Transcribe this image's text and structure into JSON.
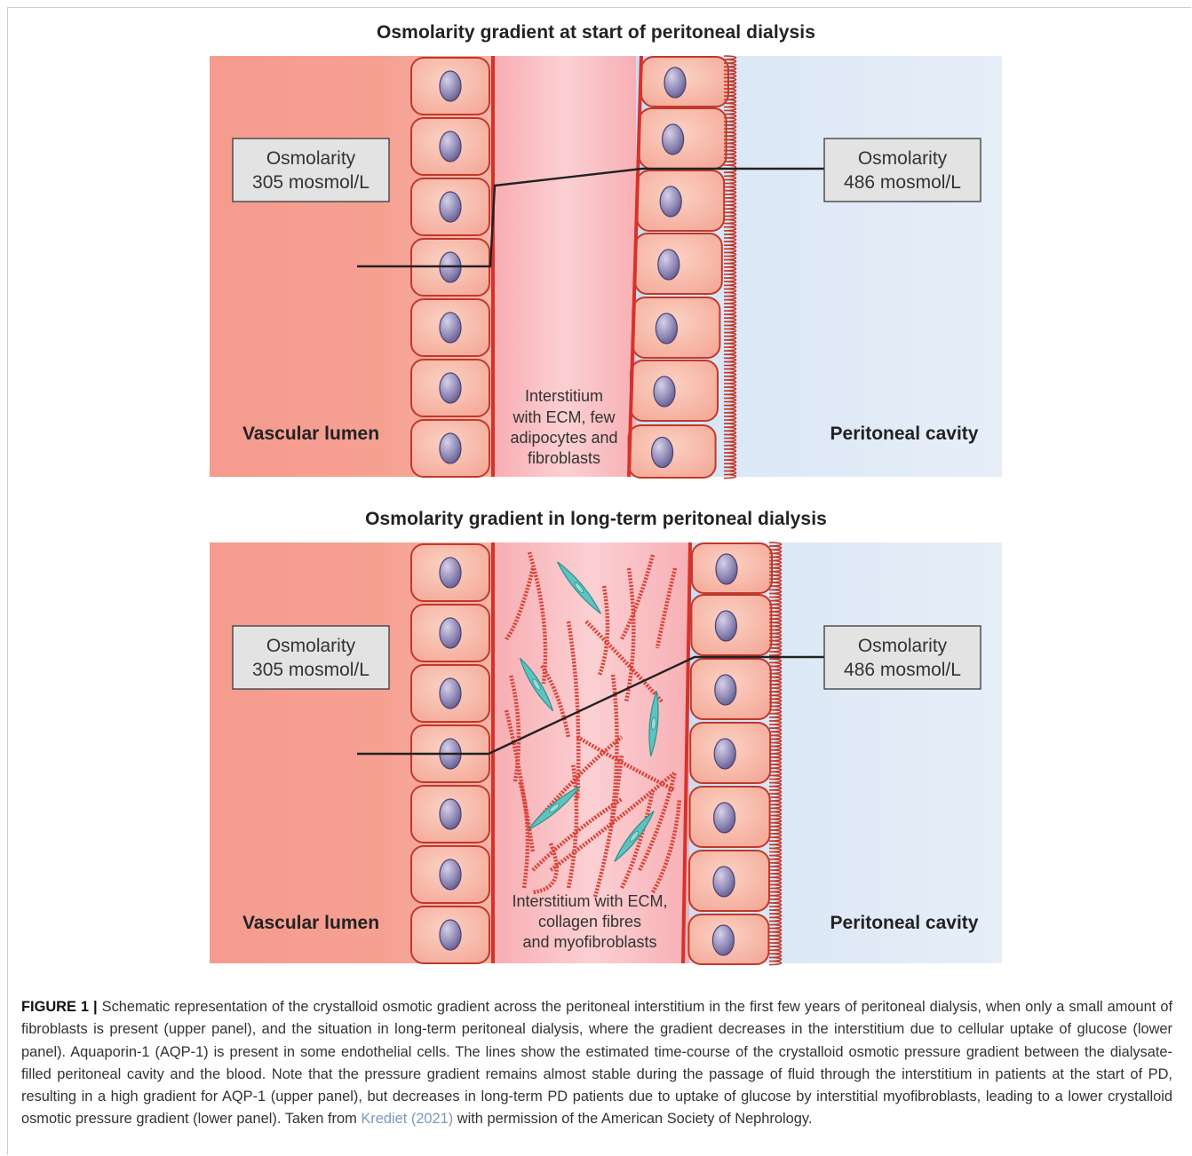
{
  "panels": [
    {
      "title": "Osmolarity gradient at start of peritoneal dialysis",
      "left_box": {
        "line1": "Osmolarity",
        "line2": "305 mosmol/L"
      },
      "right_box": {
        "line1": "Osmolarity",
        "line2": "486 mosmol/L"
      },
      "vascular_label": "Vascular lumen",
      "peritoneal_label": "Peritoneal cavity",
      "interstitium_lines": [
        "Interstitium",
        "with ECM, few",
        "adipocytes and",
        "fibroblasts"
      ]
    },
    {
      "title": "Osmolarity gradient in long-term peritoneal dialysis",
      "left_box": {
        "line1": "Osmolarity",
        "line2": "305 mosmol/L"
      },
      "right_box": {
        "line1": "Osmolarity",
        "line2": "486 mosmol/L"
      },
      "vascular_label": "Vascular lumen",
      "peritoneal_label": "Peritoneal cavity",
      "interstitium_lines": [
        "Interstitium with ECM,",
        "collagen fibres",
        "and myofibroblasts"
      ]
    }
  ],
  "caption": {
    "figure_label": "FIGURE 1 |",
    "text_before_ref": " Schematic representation of the crystalloid osmotic gradient across the peritoneal interstitium in the first few years of peritoneal dialysis, when only a small amount of fibroblasts is present (upper panel), and the situation in long-term peritoneal dialysis, where the gradient decreases in the interstitium due to cellular uptake of glucose (lower panel). Aquaporin-1 (AQP-1) is present in some endothelial cells. The lines show the estimated time-course of the crystalloid osmotic pressure gradient between the dialysate-filled peritoneal cavity and the blood. Note that the pressure gradient remains almost stable during the passage of fluid through the interstitium in patients at the start of PD, resulting in a high gradient for AQP-1 (upper panel), but decreases in long-term PD patients due to uptake of glucose by interstitial myofibroblasts, leading to a lower crystalloid osmotic pressure gradient (lower panel). Taken from ",
    "reference": "Krediet (2021)",
    "text_after_ref": " with permission of the American Society of Nephrology."
  },
  "colors": {
    "vascular_red": "#f6948a",
    "interstitium_pink": "#f9c2c6",
    "peritoneal_blue": "#dde9f6",
    "cell_fill": "#f9bfae",
    "cell_border": "#c0392b",
    "nucleus": "#8c82ad",
    "collagen": "#d9443a",
    "myofibroblast": "#4cb7b4",
    "box_fill": "#e3e3e3"
  }
}
